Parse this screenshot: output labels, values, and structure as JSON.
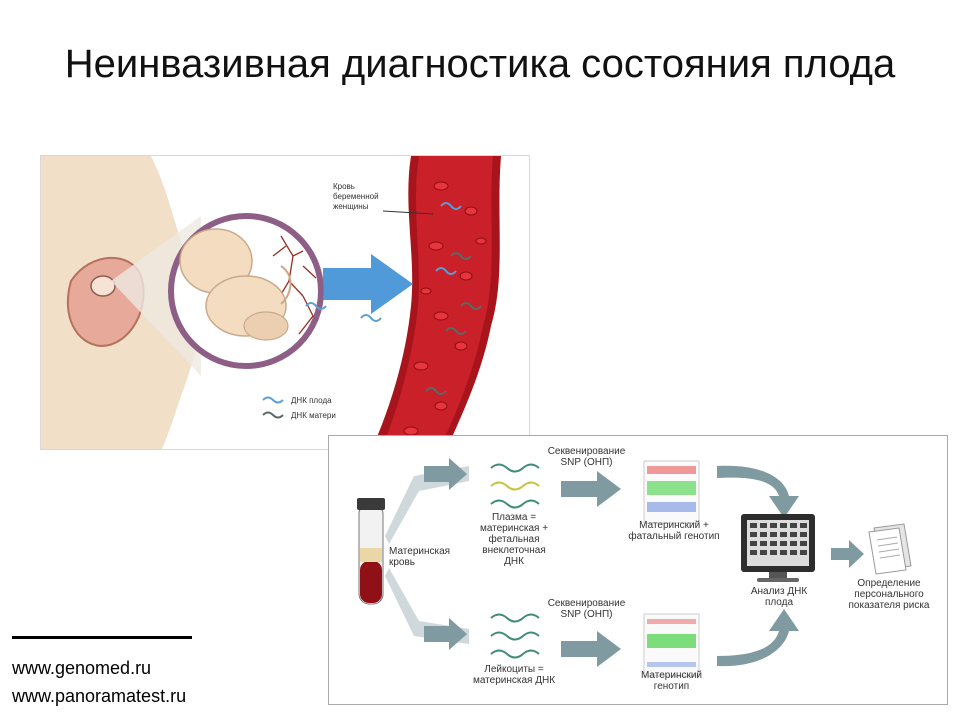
{
  "title": "Неинвазивная диагностика состояния плода",
  "illustration": {
    "blood_label": "Кровь беременной женщины",
    "legend": [
      {
        "label": "ДНК плода",
        "color": "#5a9ed6"
      },
      {
        "label": "ДНК матери",
        "color": "#5a6b64"
      }
    ]
  },
  "workflow": {
    "mother_blood": "Материнская кровь",
    "plasma": "Плазма = материнская + фетальная внеклеточная ДНК",
    "leukocytes": "Лейкоциты = материнская ДНК",
    "seq_top": "Секвенирование SNP (ОНП)",
    "seq_bottom": "Секвенирование SNP (ОНП)",
    "genotype_top": "Материнский + фатальный генотип",
    "genotype_bottom": "Материнский генотип",
    "analysis": "Анализ ДНК плода",
    "result": "Определение персонального показателя риска"
  },
  "footer": {
    "links": [
      "www.genomed.ru",
      "www.panoramatest.ru"
    ]
  },
  "colors": {
    "vessel": "#a8141b",
    "rbc": "#d81e26",
    "arrow_blue": "#3d8fd6",
    "arrow_grey": "#6f8f96",
    "skin": "#f1dfc8"
  }
}
